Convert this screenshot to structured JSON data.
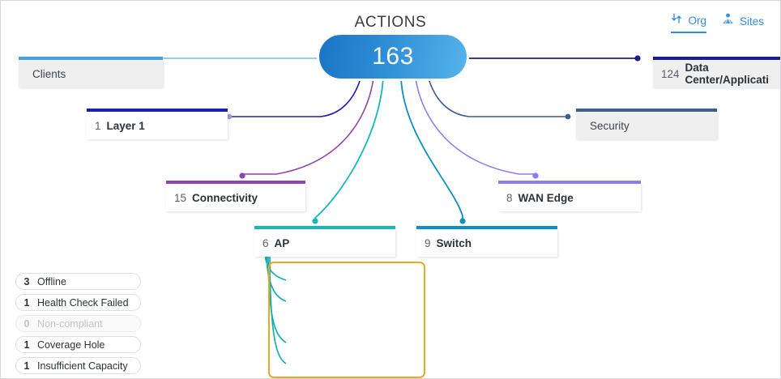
{
  "header": {
    "title": "ACTIONS",
    "toggle": {
      "org": {
        "label": "Org",
        "icon": "sort-arrows-icon",
        "active": true
      },
      "sites": {
        "label": "Sites",
        "icon": "sites-network-icon",
        "active": false
      }
    }
  },
  "hub": {
    "name": "actions-total",
    "value": "163"
  },
  "categories": [
    {
      "id": "clients",
      "count": "",
      "label": "Clients",
      "color": "#4a9fe0",
      "style": "filled"
    },
    {
      "id": "datacenter",
      "count": "124",
      "label": "Data Center/Applicati",
      "color": "#1b1f8c",
      "style": "filled"
    },
    {
      "id": "layer1",
      "count": "1",
      "label": "Layer 1",
      "color": "#1b1fb0",
      "style": "white"
    },
    {
      "id": "security",
      "count": "",
      "label": "Security",
      "color": "#3f5d8a",
      "style": "filled"
    },
    {
      "id": "connectivity",
      "count": "15",
      "label": "Connectivity",
      "color": "#8e44ad",
      "style": "white"
    },
    {
      "id": "wanedge",
      "count": "8",
      "label": "WAN Edge",
      "color": "#8c7ef0",
      "style": "white"
    },
    {
      "id": "ap",
      "count": "6",
      "label": "AP",
      "color": "#14b8b8",
      "style": "white"
    },
    {
      "id": "switch",
      "count": "9",
      "label": "Switch",
      "color": "#0d8fc4",
      "style": "white"
    }
  ],
  "ap_details": [
    {
      "count": "3",
      "label": "Offline",
      "zero": false
    },
    {
      "count": "1",
      "label": "Health Check Failed",
      "zero": false
    },
    {
      "count": "0",
      "label": "Non-compliant",
      "zero": true
    },
    {
      "count": "1",
      "label": "Coverage Hole",
      "zero": false
    },
    {
      "count": "1",
      "label": "Insufficient Capacity",
      "zero": false
    }
  ],
  "colors": {
    "accent_orange": "#f0a522",
    "link_blue": "#2f8de4",
    "canvas_border": "#d5d8db"
  }
}
